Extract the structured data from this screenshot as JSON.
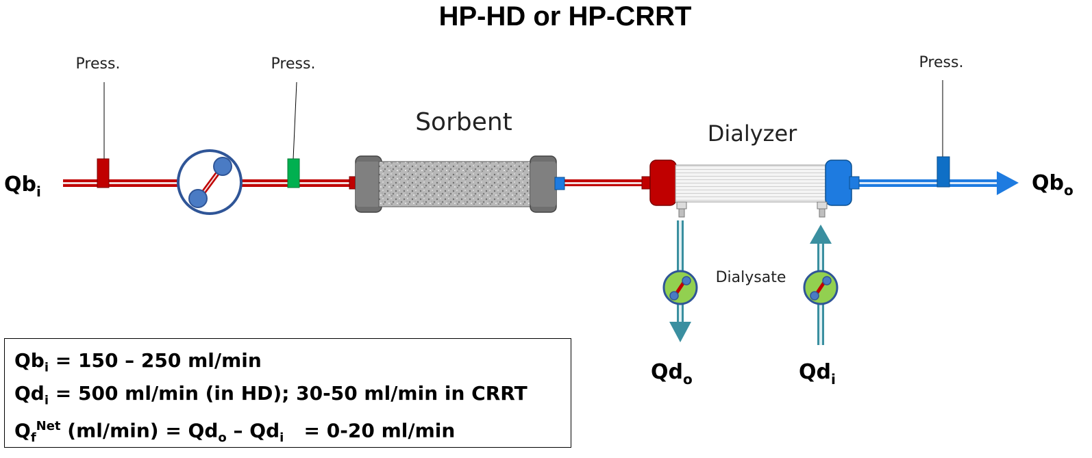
{
  "title": "HP-HD or HP-CRRT",
  "pressure_labels": [
    "Press.",
    "Press.",
    "Press."
  ],
  "components": {
    "sorbent": "Sorbent",
    "dialyzer": "Dialyzer",
    "dialysate": "Dialysate"
  },
  "flows": {
    "blood_in": {
      "main": "Qb",
      "sub": "i"
    },
    "blood_out": {
      "main": "Qb",
      "sub": "o"
    },
    "dialysate_out": {
      "main": "Qd",
      "sub": "o"
    },
    "dialysate_in": {
      "main": "Qd",
      "sub": "i"
    }
  },
  "legend": {
    "line1": {
      "a": "Qb",
      "a_sub": "i",
      "rest": " = 150 – 250 ml/min"
    },
    "line2": {
      "a": "Qd",
      "a_sub": "i",
      "rest": " = 500 ml/min (in HD); 30-50 ml/min in CRRT"
    },
    "line3": {
      "a": "Q",
      "a_sub": "f",
      "a_sup": "Net",
      "mid": " (ml/min) = Qd",
      "mid_sub": "o",
      "mid2": " – Qd",
      "mid2_sub": "i",
      "rest": "   = 0-20 ml/min"
    }
  },
  "colors": {
    "arterial_line": "#c00000",
    "venous_line": "#1e7be0",
    "dialysate_line": "#3a8fa0",
    "pump_border": "#2f5597",
    "pump_roller": "#4a7bc4",
    "small_pump_fill": "#92d050",
    "pressure_red": "#c00000",
    "pressure_green": "#00b050",
    "pressure_blue": "#0f6fc6"
  }
}
